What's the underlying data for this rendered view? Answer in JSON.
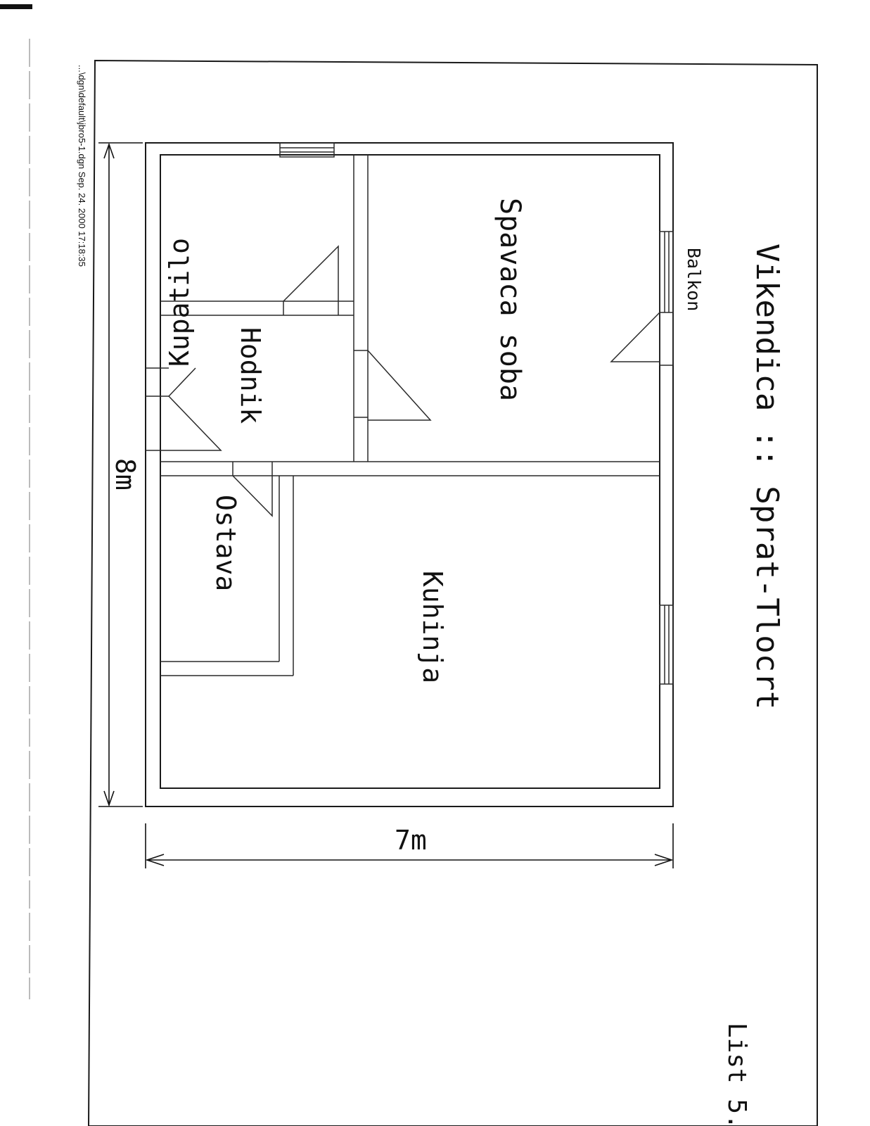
{
  "title": "Vikendica :: Sprat-Tlocrt",
  "sheet_label": "List 5.",
  "file_stamp": "...\\dgn\\default\\jbro5-1.dgn Sep. 24. 2000 17:18:35",
  "rooms": {
    "spavaca_soba": "Spavaca soba",
    "kupatilo": "Kupatilo",
    "hodnik": "Hodnik",
    "ostava": "Ostava",
    "kuhinja": "Kuhinja",
    "balkon": "Balkon"
  },
  "dimensions": {
    "width": "7m",
    "height": "8m"
  }
}
